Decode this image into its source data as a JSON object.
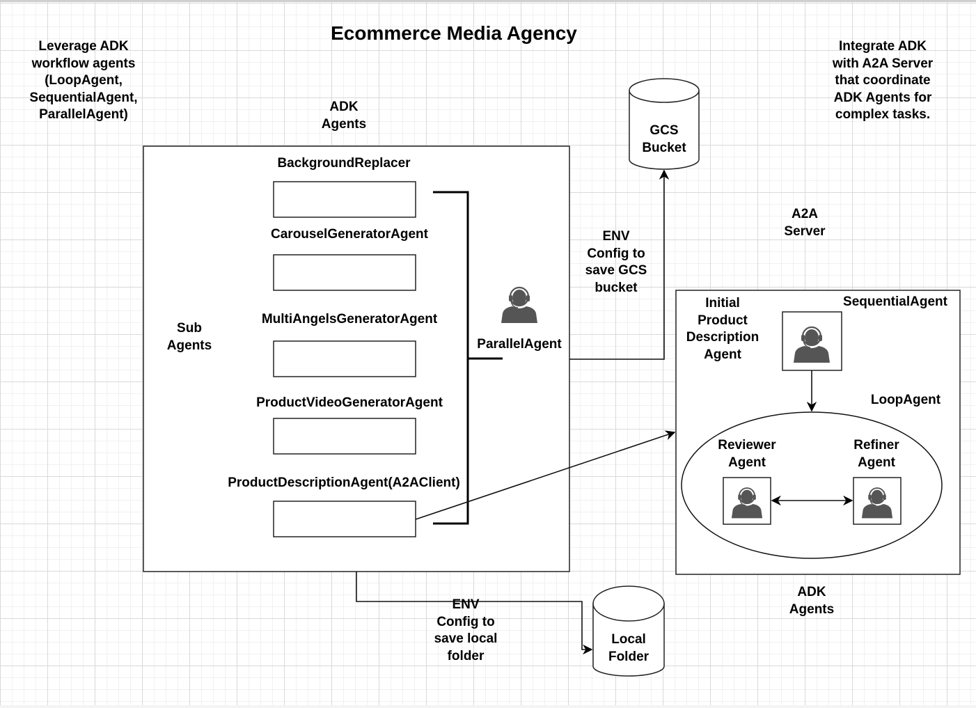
{
  "title": "Ecommerce Media Agency",
  "notes": {
    "left": "Leverage ADK\nworkflow agents\n(LoopAgent,\nSequentialAgent,\nParallelAgent)",
    "right": "Integrate ADK\nwith A2A Server\nthat coordinate\nADK Agents for\ncomplex tasks."
  },
  "adk_group": {
    "label": "ADK\nAgents",
    "sub_agents_label": "Sub\nAgents",
    "sub_agents": [
      {
        "name": "BackgroundReplacer"
      },
      {
        "name": "CarouselGeneratorAgent"
      },
      {
        "name": "MultiAngelsGeneratorAgent"
      },
      {
        "name": "ProductVideoGeneratorAgent"
      },
      {
        "name": "ProductDescriptionAgent(A2AClient)"
      }
    ],
    "parallel_agent": {
      "label": "ParallelAgent",
      "icon": "support-agent-icon"
    }
  },
  "storage": {
    "gcs": {
      "label": "GCS\nBucket",
      "icon": "database-cylinder-icon"
    },
    "local": {
      "label": "Local\nFolder",
      "icon": "database-cylinder-icon"
    }
  },
  "edges": {
    "gcs_label": "ENV\nConfig to\nsave GCS\nbucket",
    "local_label": "ENV\nConfig to\nsave local\nfolder"
  },
  "a2a_server": {
    "label": "A2A\nServer",
    "bottom_label": "ADK\nAgents",
    "sequential_label": "SequentialAgent",
    "initial_agent_label": "Initial\nProduct\nDescription\nAgent",
    "loop_label": "LoopAgent",
    "reviewer_label": "Reviewer\nAgent",
    "refiner_label": "Refiner\nAgent"
  },
  "colors": {
    "stroke": "#000000",
    "icon": "#555555",
    "grid": "#d9d9d9"
  }
}
